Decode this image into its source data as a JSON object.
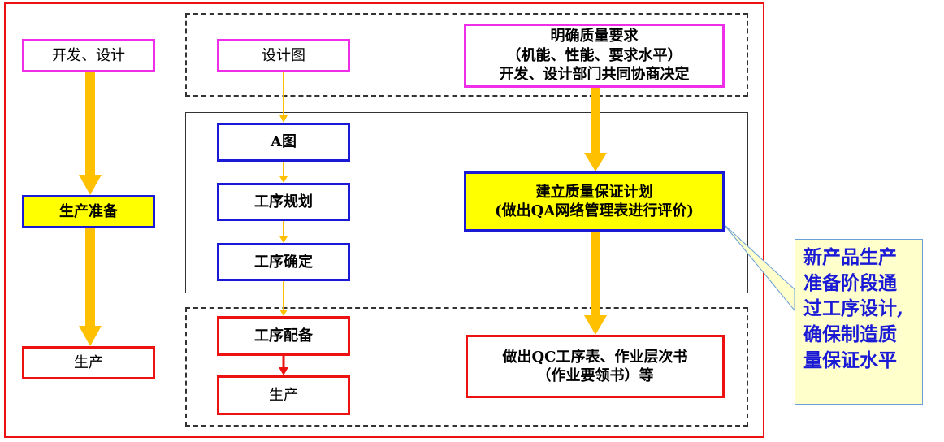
{
  "left_column": {
    "dev_design": "开发、设计",
    "production_prep": "生产准备",
    "production": "生产"
  },
  "middle_column": {
    "design_drawing": "设计图",
    "a_drawing": "A图",
    "process_planning": "工序规划",
    "process_confirm": "工序确定",
    "process_setup": "工序配备",
    "production": "生产"
  },
  "right_column": {
    "quality_requirements": "明确质量要求\n（机能、性能、要求水平）\n开发、设计部门共同协商决定",
    "qa_plan": "建立质量保证计划\n(做出QA网络管理表进行评价)",
    "qc_table": "做出QC工序表、作业层次书\n（作业要领书）等"
  },
  "callout": {
    "text": "新产品生产\n准备阶段通\n过工序设计,\n确保制造质\n量保证水平"
  },
  "colors": {
    "frame": "#ee1111",
    "magenta_border": "#ee2ee8",
    "blue_border": "#1a1ad6",
    "red_border": "#ee1111",
    "arrow": "#ffc000",
    "highlight": "#ffff00",
    "callout_bg": "#ffffcc",
    "callout_text": "#1a1ad6"
  }
}
